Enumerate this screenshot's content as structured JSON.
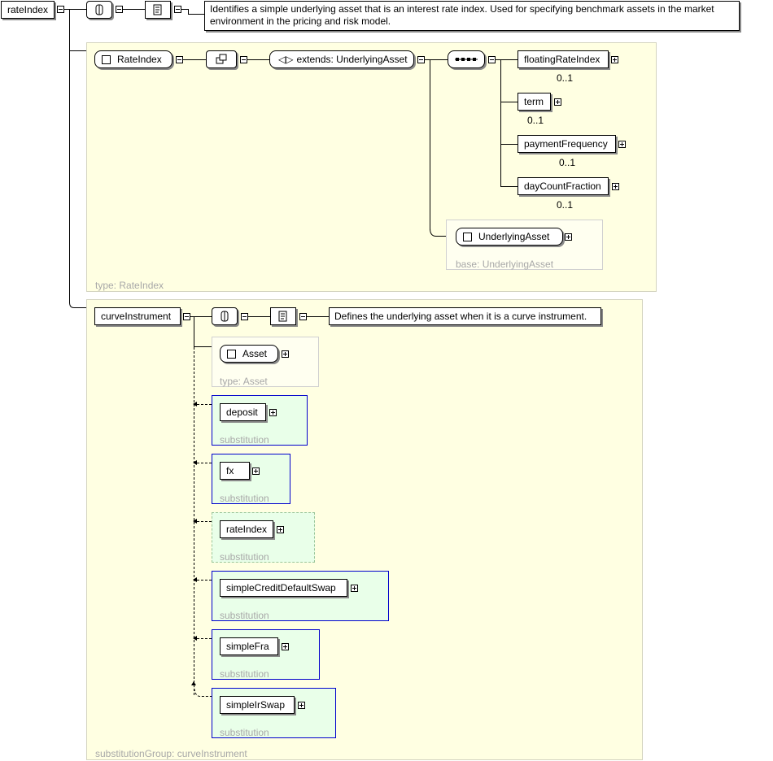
{
  "root": {
    "label": "rateIndex"
  },
  "root_annotation": "Identifies a simple underlying asset that is an interest rate index. Used for specifying benchmark assets in the market environment in the pricing and risk model.",
  "rateIndexType": {
    "element_label": "RateIndex",
    "extends_label": "extends: UnderlyingAsset",
    "type_caption": "type: RateIndex",
    "children": [
      {
        "label": "floatingRateIndex",
        "card": "0..1"
      },
      {
        "label": "term",
        "card": "0..1"
      },
      {
        "label": "paymentFrequency",
        "card": "0..1"
      },
      {
        "label": "dayCountFraction",
        "card": "0..1"
      }
    ],
    "base": {
      "label": "UnderlyingAsset",
      "caption": "base: UnderlyingAsset"
    }
  },
  "curveInstrument": {
    "label": "curveInstrument",
    "annotation": "Defines the underlying asset when it is a curve instrument.",
    "asset": {
      "label": "Asset",
      "caption": "type: Asset"
    },
    "substitutions": [
      {
        "label": "deposit",
        "caption": "substitution"
      },
      {
        "label": "fx",
        "caption": "substitution"
      },
      {
        "label": "rateIndex",
        "caption": "substitution"
      },
      {
        "label": "simpleCreditDefaultSwap",
        "caption": "substitution"
      },
      {
        "label": "simpleFra",
        "caption": "substitution"
      },
      {
        "label": "simpleIrSwap",
        "caption": "substitution"
      }
    ],
    "group_caption": "substitutionGroup: curveInstrument"
  }
}
